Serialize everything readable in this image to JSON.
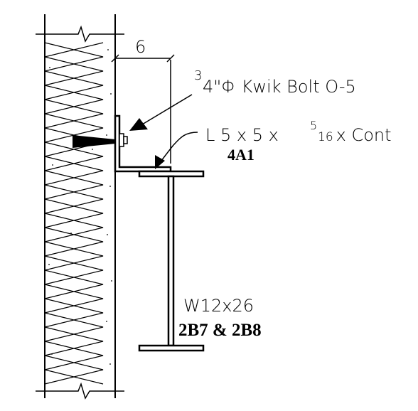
{
  "dimension": {
    "value": "6"
  },
  "bolt_label": {
    "frac_num": "3",
    "main": "4\"Φ Kwik Bolt O-5"
  },
  "angle_label": {
    "prefix": "L 5 x 5 x ",
    "frac_num": "5",
    "frac_den": "16",
    "suffix": " x Cont",
    "ref": "4A1"
  },
  "beam_label": {
    "size": "W12x26",
    "ref": "2B7 & 2B8"
  },
  "colors": {
    "line": "#000000",
    "background": "#ffffff"
  }
}
